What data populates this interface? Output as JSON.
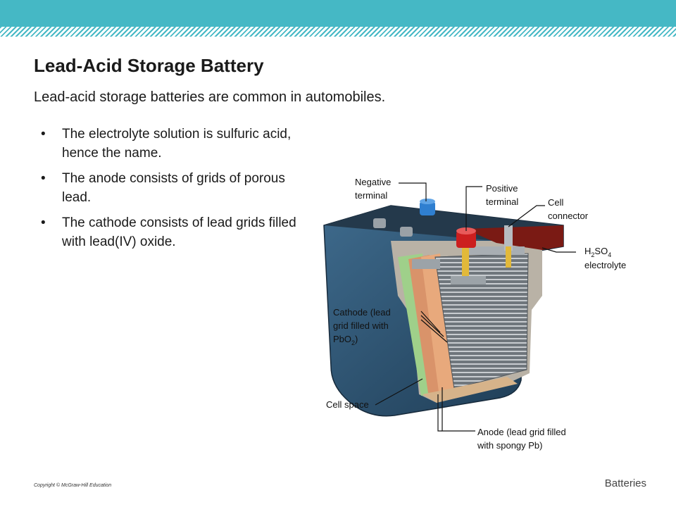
{
  "slide": {
    "title": "Lead-Acid Storage Battery",
    "subtitle": "Lead-acid storage batteries are common in automobiles.",
    "bullets": [
      "The electrolyte solution is sulfuric acid, hence the name.",
      "The anode consists of grids of porous lead.",
      "The cathode consists of lead grids filled with lead(IV) oxide."
    ],
    "bullet_char": "•",
    "copyright": "Copyright © McGraw-Hill Education",
    "footer": "Batteries"
  },
  "diagram": {
    "labels": {
      "negative_terminal": [
        "Negative",
        "terminal"
      ],
      "positive_terminal": [
        "Positive",
        "terminal"
      ],
      "cell_connector": [
        "Cell",
        "connector"
      ],
      "electrolyte": {
        "line1_base": "H",
        "line1_sub1": "2",
        "line1_mid": "SO",
        "line1_sub2": "4",
        "line2": "electrolyte"
      },
      "cathode": {
        "line1": "Cathode (lead",
        "line2": "grid filled with",
        "line3_base": "PbO",
        "line3_sub": "2",
        "line3_end": ")"
      },
      "cell_space": "Cell space",
      "anode": [
        "Anode (lead grid filled",
        "with spongy Pb)"
      ]
    },
    "colors": {
      "case": "#2d4f6b",
      "case_dark": "#1c3447",
      "negative_cap": "#2f7fd0",
      "positive_cap": "#cc1f1f",
      "electrolyte": "#7a1a14",
      "cathode_plate": "#d9936a",
      "separator": "#9fd08a",
      "grid": "#8a8f94"
    }
  }
}
